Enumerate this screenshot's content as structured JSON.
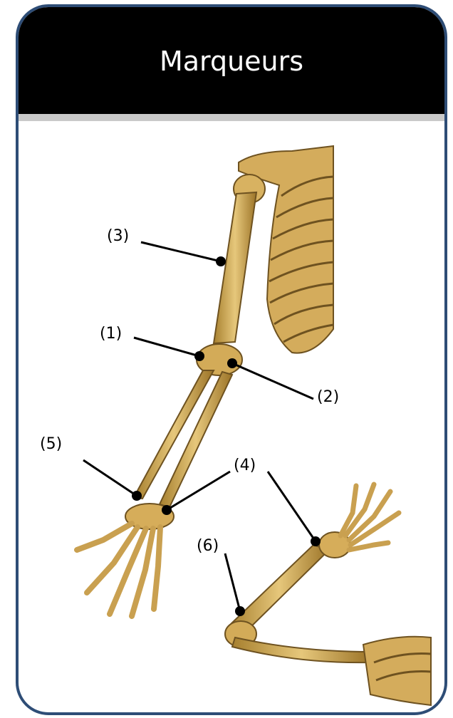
{
  "header": {
    "title": "Marqueurs"
  },
  "markers": [
    {
      "label": "(1)"
    },
    {
      "label": "(2)"
    },
    {
      "label": "(3)"
    },
    {
      "label": "(4)"
    },
    {
      "label": "(5)"
    },
    {
      "label": "(6)"
    }
  ],
  "colors": {
    "frame": "#2e4d76",
    "header": "#000000",
    "bone": "#d9b565",
    "bone_shadow": "#8a6a2a",
    "marker": "#000000"
  }
}
